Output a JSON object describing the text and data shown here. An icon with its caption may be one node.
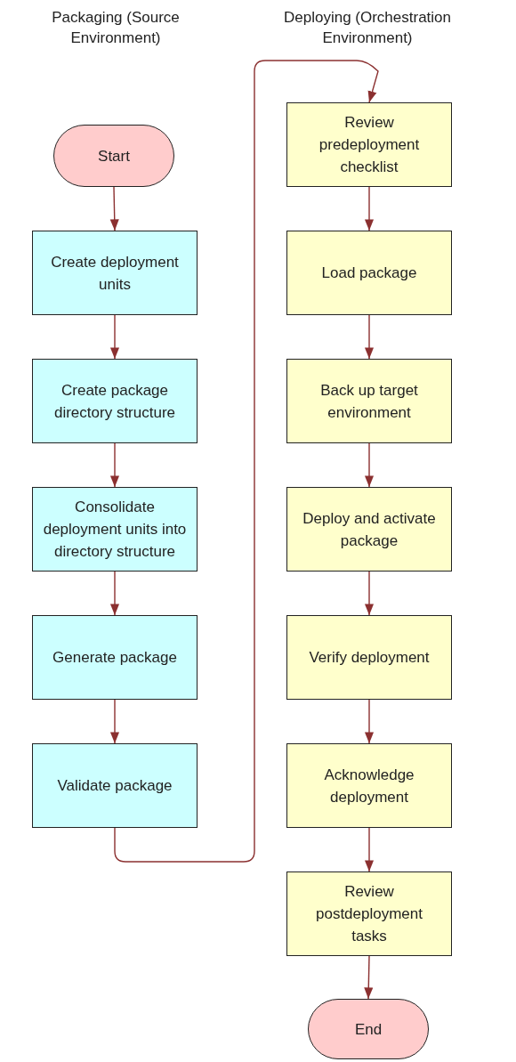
{
  "diagram": {
    "nodes": [
      {
        "text": [
          "Start"
        ]
      },
      {
        "text": [
          "Create deployment units"
        ]
      },
      {
        "text": [
          "Create package directory structure"
        ]
      },
      {
        "text": [
          "Consolidate deployment units into directory structure"
        ]
      },
      {
        "text": [
          "Generate package"
        ]
      },
      {
        "text": [
          "Validate package"
        ]
      },
      {
        "text": [
          "Review predeployment checklist"
        ]
      },
      {
        "text": [
          "Load package"
        ]
      },
      {
        "text": [
          "Back up target environment"
        ]
      },
      {
        "text": [
          "Deploy and activate package"
        ]
      },
      {
        "text": [
          "Verify deployment"
        ]
      },
      {
        "text": [
          "Acknowledge deployment"
        ]
      },
      {
        "text": [
          "Review postdeployment tasks"
        ]
      },
      {
        "text": [
          "End"
        ]
      }
    ],
    "edges": [
      {
        "from": 0,
        "to": 1,
        "arrow": "to"
      },
      {
        "from": 1,
        "to": 2,
        "arrow": "to"
      },
      {
        "from": 2,
        "to": 3,
        "arrow": "to"
      },
      {
        "from": 3,
        "to": 4,
        "arrow": "to"
      },
      {
        "from": 4,
        "to": 5,
        "arrow": "to"
      },
      {
        "from": 5,
        "to": 6,
        "arrow": "to"
      },
      {
        "from": 6,
        "to": 7,
        "arrow": "to"
      },
      {
        "from": 7,
        "to": 8,
        "arrow": "to"
      },
      {
        "from": 8,
        "to": 9,
        "arrow": "to"
      },
      {
        "from": 9,
        "to": 10,
        "arrow": "to"
      },
      {
        "from": 10,
        "to": 11,
        "arrow": "to"
      },
      {
        "from": 11,
        "to": 12,
        "arrow": "to"
      },
      {
        "from": 12,
        "to": 13,
        "arrow": "to"
      }
    ],
    "labels": [
      "Packaging (Source Environment)",
      "Deploying (Orchestration Environment)"
    ]
  }
}
